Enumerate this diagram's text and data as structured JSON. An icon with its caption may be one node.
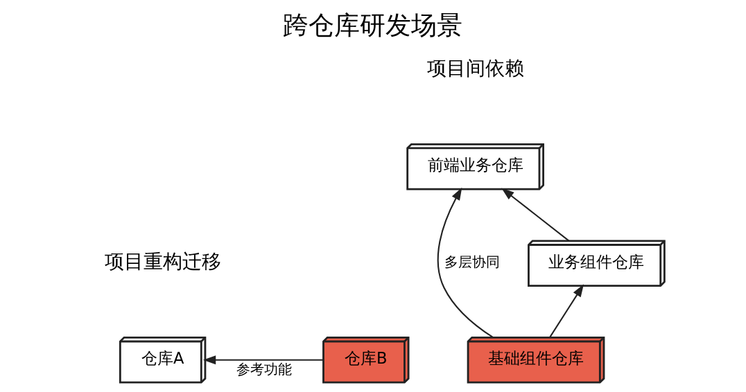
{
  "diagram": {
    "title": "跨仓库研发场景",
    "nodes": [
      {
        "text": [
          "仓库A"
        ]
      },
      {
        "text": [
          "仓库B"
        ]
      },
      {
        "text": [
          "前端业务仓库"
        ]
      },
      {
        "text": [
          "业务组件仓库"
        ]
      },
      {
        "text": [
          "基础组件仓库"
        ]
      }
    ],
    "edges": [
      {
        "from": 1,
        "to": 0,
        "arrow": "to",
        "label": "参考功能"
      },
      {
        "from": 3,
        "to": 2,
        "arrow": "to"
      },
      {
        "from": 4,
        "to": 3,
        "arrow": "to"
      },
      {
        "from": 4,
        "to": 2,
        "arrow": "to",
        "label": "多层协同"
      }
    ],
    "labels": [
      "项目重构迁移",
      "项目间依赖"
    ]
  }
}
